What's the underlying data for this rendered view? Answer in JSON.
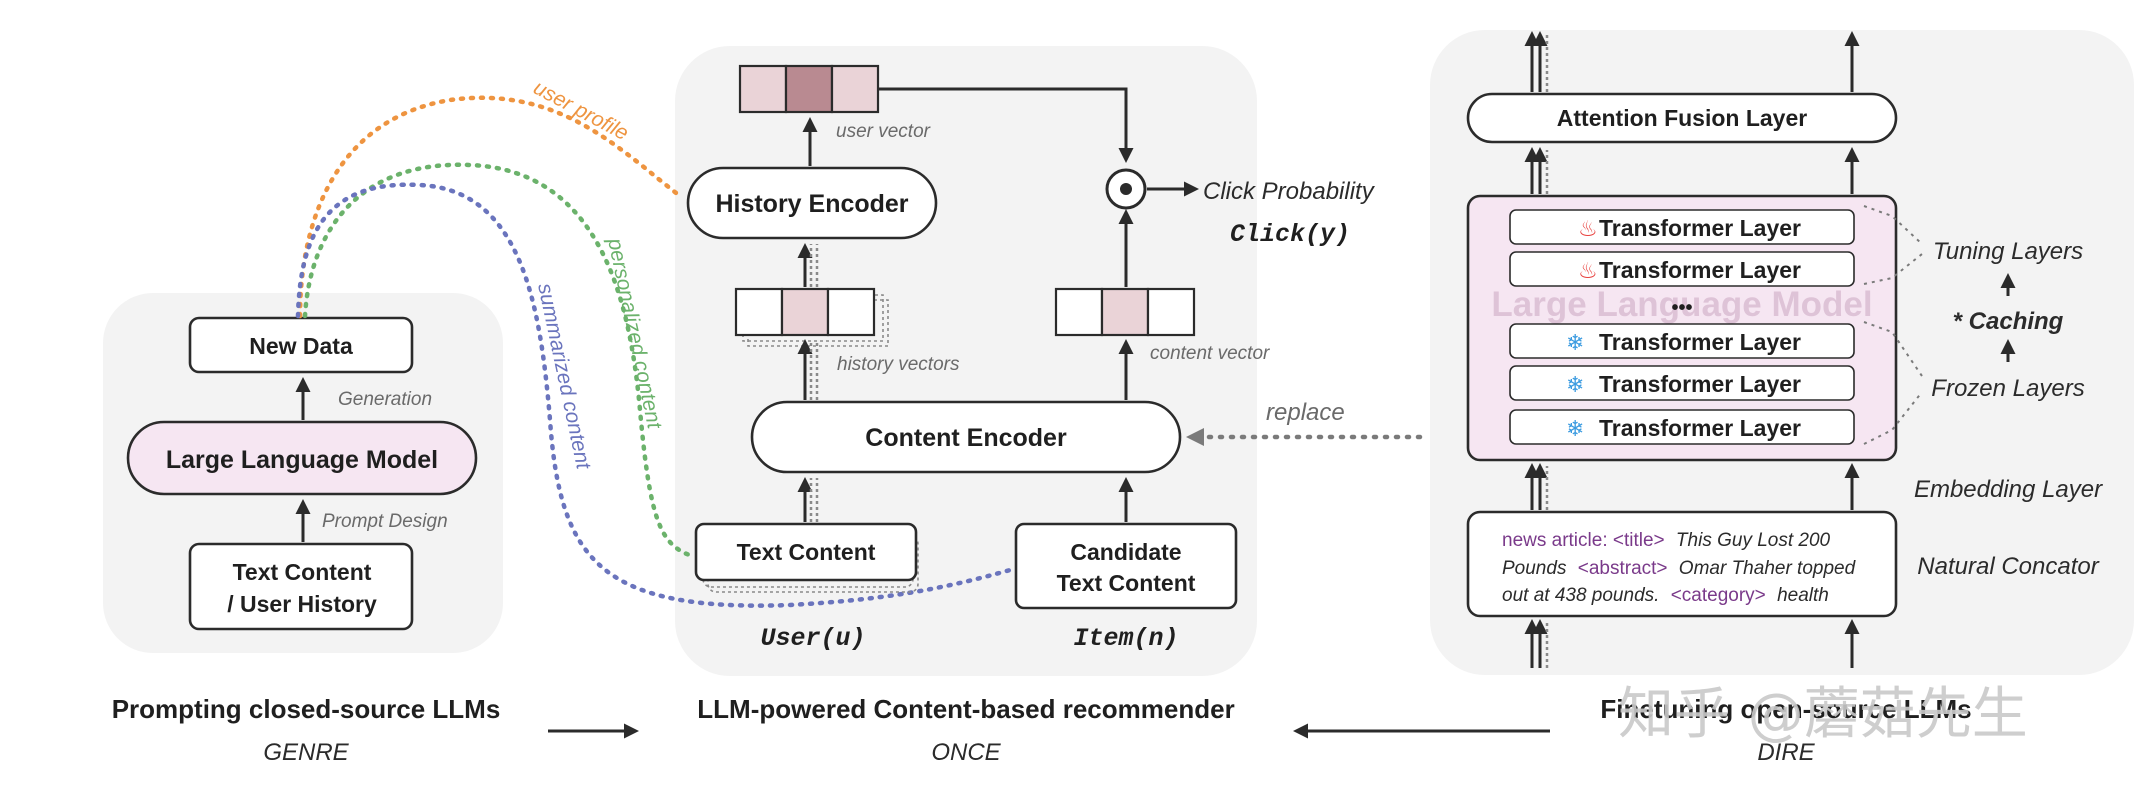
{
  "left_panel": {
    "new_data": "New Data",
    "generation": "Generation",
    "llm": "Large Language Model",
    "prompt_design": "Prompt Design",
    "text_content_line1": "Text Content",
    "text_content_line2": "/ User History"
  },
  "curves": {
    "user_profile": "user profile",
    "personalized_content": "personalized content",
    "summarized_content": "summarized content"
  },
  "middle_panel": {
    "user_vector": "user vector",
    "history_encoder": "History Encoder",
    "history_vectors": "history vectors",
    "content_vector": "content vector",
    "click_probability": "Click Probability",
    "click_y": "Click(y)",
    "content_encoder": "Content Encoder",
    "replace": "replace",
    "text_content": "Text Content",
    "candidate_line1": "Candidate",
    "candidate_line2": "Text Content",
    "user_u": "User(u)",
    "item_n": "Item(n)"
  },
  "right_panel": {
    "attention_fusion": "Attention Fusion Layer",
    "llm_ghost": "Large Language Model",
    "ellipsis": "•••",
    "transformer_layers": [
      {
        "label": "Transformer Layer",
        "icon": "flame-icon"
      },
      {
        "label": "Transformer Layer",
        "icon": "flame-icon"
      },
      {
        "label": "Transformer Layer",
        "icon": "snowflake-icon"
      },
      {
        "label": "Transformer Layer",
        "icon": "snowflake-icon"
      },
      {
        "label": "Transformer Layer",
        "icon": "snowflake-icon"
      }
    ],
    "tuning_layers": "Tuning Layers",
    "caching": "* Caching",
    "frozen_layers": "Frozen Layers",
    "embedding_layer": "Embedding Layer",
    "natural_concator": "Natural Concator",
    "news": {
      "line1_tag1": "news article: <title>",
      "line1_text": "This Guy Lost 200",
      "line2_text1": "Pounds",
      "line2_tag": "<abstract>",
      "line2_text2": "Omar Thaher topped",
      "line3_text1": "out at 438 pounds.",
      "line3_tag": "<category>",
      "line3_text2": "health"
    }
  },
  "footer": {
    "left_title": "Prompting closed-source LLMs",
    "left_sub": "GENRE",
    "mid_title": "LLM-powered Content-based recommender",
    "mid_sub": "ONCE",
    "right_title": "Finetuning open-source LLMs",
    "right_sub": "DIRE"
  },
  "watermark": "知乎 @蘑菇先生",
  "colors": {
    "panel_bg": "#f3f3f3",
    "llm_fill": "#f6e6f2",
    "user_profile_curve": "#ee9440",
    "personalized_curve": "#6bb26b",
    "summarized_curve": "#6a74bd",
    "flame": "#e8423f",
    "snowflake": "#3b9be0",
    "tag_purple": "#7a3a8a"
  }
}
